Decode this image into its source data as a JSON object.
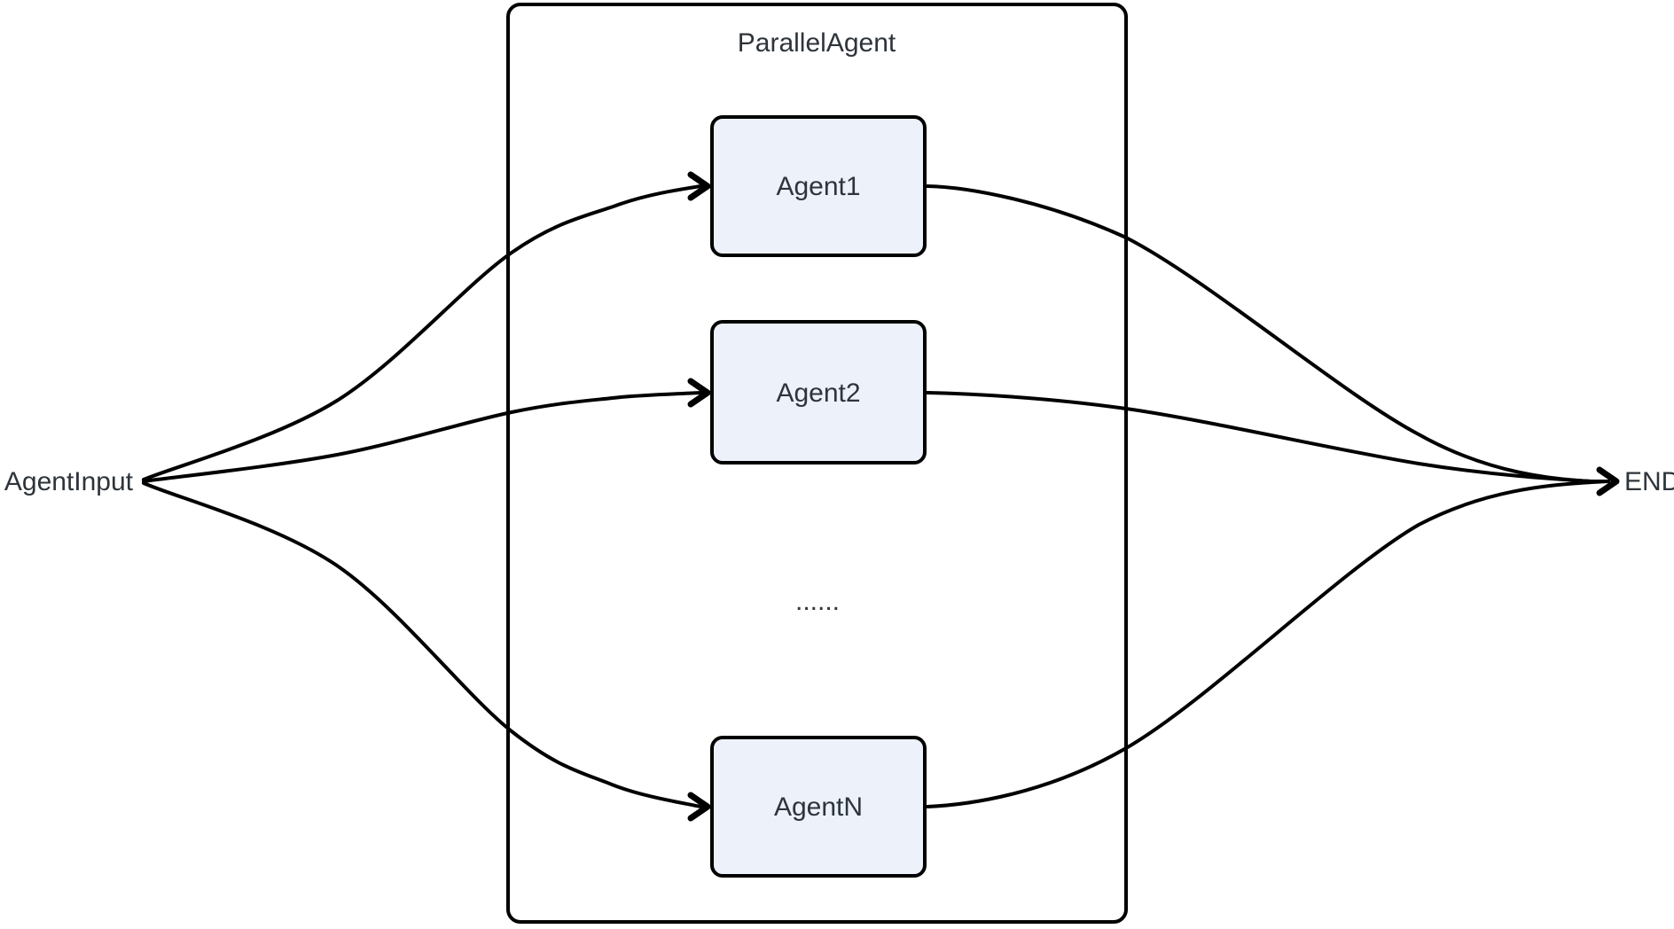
{
  "diagram": {
    "cluster": {
      "label": "ParallelAgent"
    },
    "nodes": [
      {
        "id": "agent1",
        "label": "Agent1"
      },
      {
        "id": "agent2",
        "label": "Agent2"
      },
      {
        "id": "ellipsis",
        "label": "......"
      },
      {
        "id": "agentn",
        "label": "AgentN"
      }
    ],
    "terminals": {
      "start": "AgentInput",
      "end": "END"
    },
    "edges": [
      {
        "from": "AgentInput",
        "to": "Agent1"
      },
      {
        "from": "AgentInput",
        "to": "Agent2"
      },
      {
        "from": "AgentInput",
        "to": "AgentN"
      },
      {
        "from": "Agent1",
        "to": "END"
      },
      {
        "from": "Agent2",
        "to": "END"
      },
      {
        "from": "AgentN",
        "to": "END"
      }
    ],
    "colors": {
      "background": "#FFFFFF",
      "node_fill": "#ECF1FA",
      "node_border": "#000000",
      "edge": "#000000",
      "text": "#2E343B"
    }
  }
}
